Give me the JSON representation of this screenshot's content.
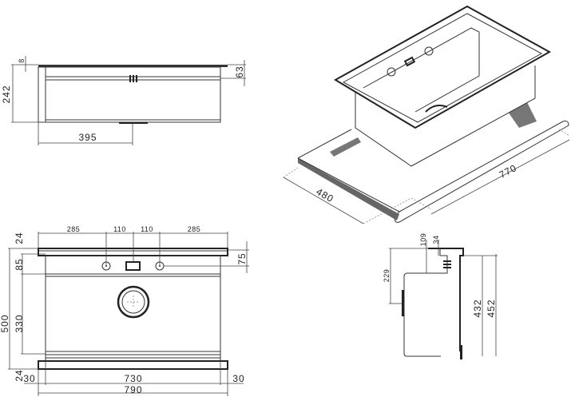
{
  "front_view": {
    "rim": "8",
    "height": "242",
    "overflow": "63",
    "drain_offset": "395"
  },
  "top_view": {
    "top_dims": [
      "285",
      "110",
      "110",
      "285"
    ],
    "rim_top": "24",
    "deck": "85",
    "depth_total": "500",
    "bowl": "330",
    "rim_bottom": "24",
    "hole_offset": "75",
    "side_left": "30",
    "inner_width": "730",
    "side_right": "30",
    "total_width": "790"
  },
  "isometric_view": {
    "depth": "480",
    "width": "770"
  },
  "section_view": {
    "d109": "109",
    "d34": "34",
    "d229": "229",
    "d432": "432",
    "d452": "452"
  }
}
